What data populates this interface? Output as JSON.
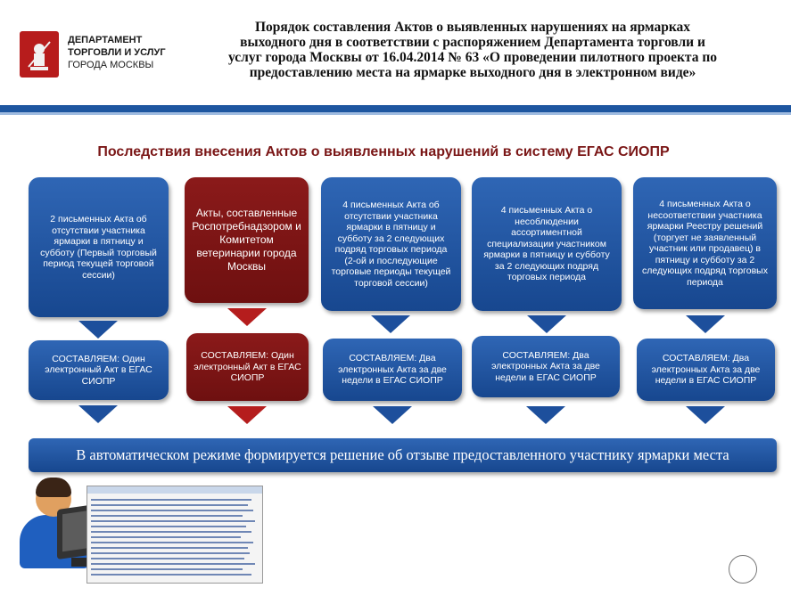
{
  "header": {
    "logo_lines": [
      "ДЕПАРТАМЕНТ",
      "ТОРГОВЛИ И УСЛУГ",
      "ГОРОДА МОСКВЫ"
    ],
    "title_lines": [
      "Порядок составления Актов о выявленных нарушениях на ярмарках",
      "выходного дня  в соответствии с распоряжением Департамента торговли и",
      "услуг города Москвы от 16.04.2014 № 63 «О проведении пилотного проекта по",
      "предоставлению места на ярмарке выходного дня в электронном виде»"
    ]
  },
  "subtitle": "Последствия внесения Актов о выявленных нарушений в систему ЕГАС СИОПР",
  "columns": [
    {
      "top": "2 письменных Акта об отсутствии участника ярмарки в пятницу и субботу (Первый торговый период текущей торговой сессии)",
      "bottom": "СОСТАВЛЯЕМ: Один электронный Акт в ЕГАС СИОПР",
      "color": "blue"
    },
    {
      "top": "Акты, составленные Роспотребнадзором и Комитетом ветеринарии города Москвы",
      "bottom": "СОСТАВЛЯЕМ: Один электронный Акт в ЕГАС СИОПР",
      "color": "red"
    },
    {
      "top": "4 письменных Акта об отсутствии участника ярмарки в пятницу и субботу за 2 следующих подряд торговых периода (2-ой и последующие торговые периоды  текущей торговой сессии)",
      "bottom": "СОСТАВЛЯЕМ: Два электронных Акта за две недели в ЕГАС СИОПР",
      "color": "blue"
    },
    {
      "top": "4 письменных Акта о несоблюдении ассортиментной специализации участником ярмарки в пятницу и субботу за 2  следующих подряд торговых периода",
      "bottom": "СОСТАВЛЯЕМ: Два электронных Акта за две недели в ЕГАС СИОПР",
      "color": "blue"
    },
    {
      "top": "4 письменных Акта о несоответствии участника ярмарки Реестру решений (торгует не заявленный участник или продавец) в пятницу и субботу за 2 следующих подряд торговых периода",
      "bottom": "СОСТАВЛЯЕМ: Два электронных Акта за две недели в ЕГАС СИОПР",
      "color": "blue"
    }
  ],
  "bottom_bar": "В автоматическом режиме формируется решение об отзыве предоставленного участнику ярмарки места",
  "colors": {
    "accent_blue": "#1e56a0",
    "accent_red": "#7a1616"
  }
}
